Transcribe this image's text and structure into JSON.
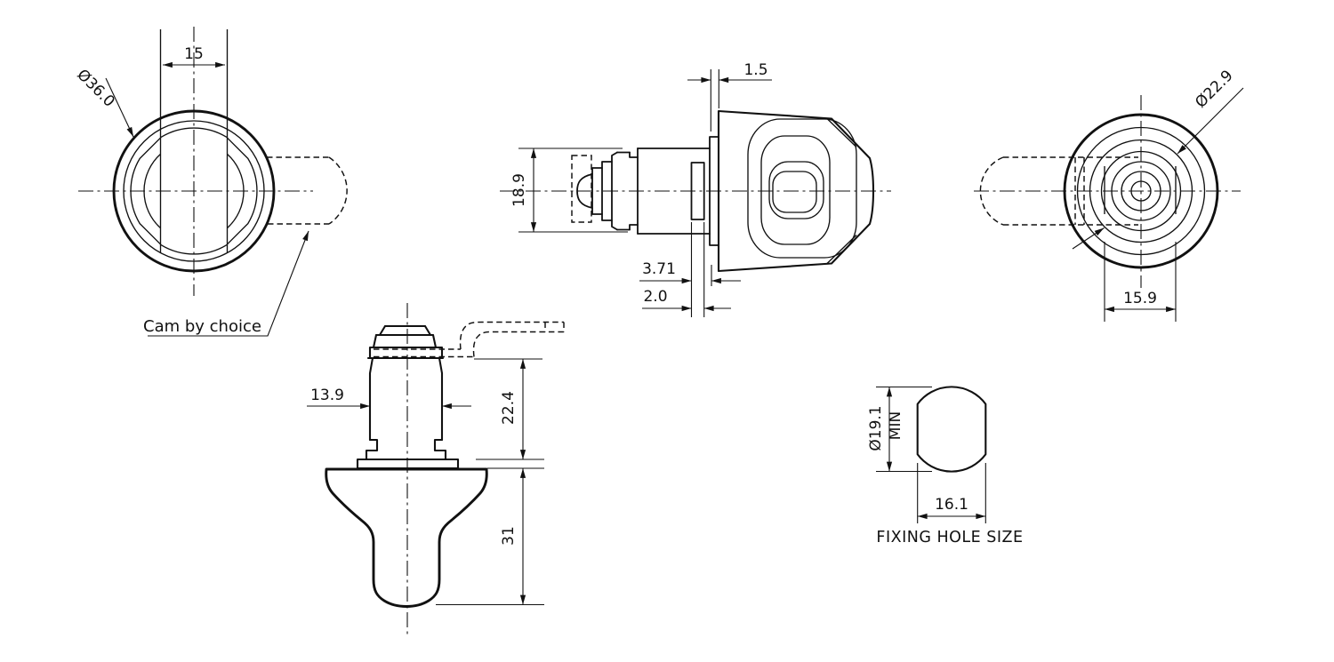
{
  "drawing": {
    "background": "#ffffff",
    "line_color": "#111111",
    "views": {
      "front": {
        "diameter_label": "Ø36.0",
        "wing_width_label": "15",
        "cam_note": "Cam by choice"
      },
      "side": {
        "flange_thickness_label": "1.5",
        "body_diameter_label": "18.9",
        "grip_range_label": "3.71",
        "washer_thickness_label": "2.0"
      },
      "back": {
        "diameter_label": "Ø22.9",
        "boss_width_label": "15.9"
      },
      "side_vertical": {
        "body_width_label": "13.9",
        "body_length_label": "22.4",
        "knob_length_label": "31"
      },
      "fixing_hole": {
        "diameter_label": "Ø19.1",
        "min_label": "MIN",
        "flat_width_label": "16.1",
        "caption": "FIXING HOLE SIZE"
      }
    }
  }
}
